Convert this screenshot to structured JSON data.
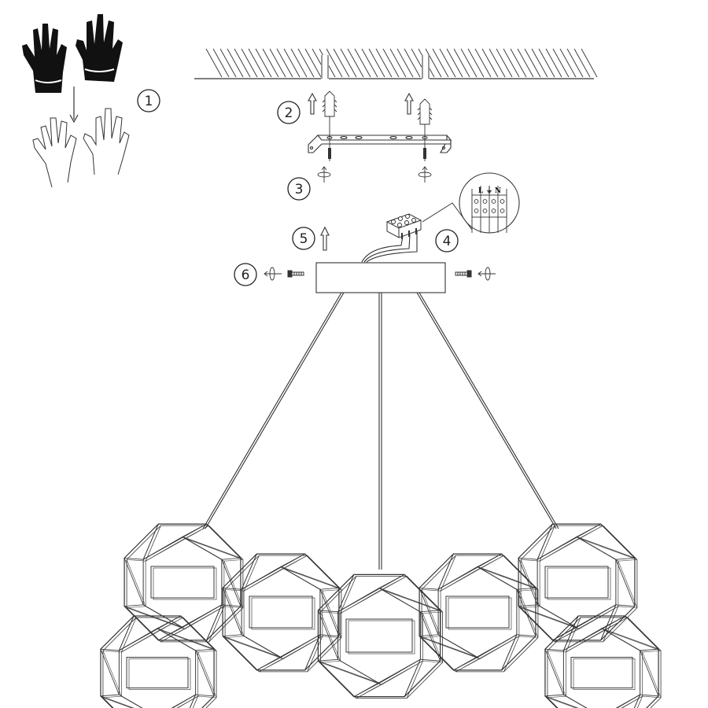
{
  "steps": [
    {
      "number": "1"
    },
    {
      "number": "2"
    },
    {
      "number": "3"
    },
    {
      "number": "4"
    },
    {
      "number": "5"
    },
    {
      "number": "6"
    }
  ],
  "terminal_labels": {
    "live": "L",
    "earth": "⏚",
    "neutral": "N"
  },
  "colors": {
    "ink": "#333333",
    "glove": "#111111",
    "background": "#ffffff"
  },
  "icons": [
    "glove-icon",
    "hand-icon",
    "arrow-icon",
    "ceiling-icon",
    "dowel-icon",
    "screw-icon",
    "rotate-icon",
    "mounting-bracket-icon",
    "terminal-block-icon",
    "canopy-icon",
    "polyhedron-shade-icon"
  ]
}
